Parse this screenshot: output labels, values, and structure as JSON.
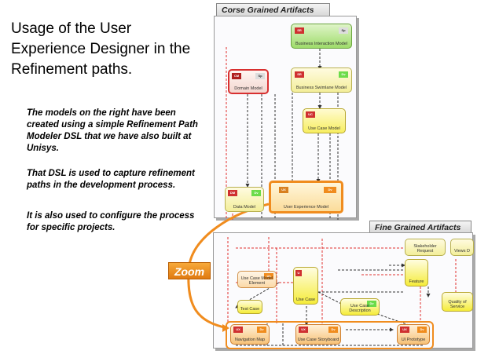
{
  "title": "Usage of the User Experience Designer in the Refinement paths.",
  "notes": {
    "paragraph1": "The models on the right have been created using a simple Refinement Path Modeler DSL that we have also built at Unisys.",
    "paragraph2": "That DSL is used to capture refinement paths in the development process.",
    "paragraph3": "It is also used to configure the process for specific projects."
  },
  "zoom_label": "Zoom",
  "coarse_panel": {
    "tab": "Corse Grained Artifacts",
    "nodes": {
      "business_interaction": "Business Interaction Model",
      "domain": "Domain Model",
      "business_swimlane": "Business Swimlane Model",
      "use_case": "Use Case Model",
      "data": "Data Model",
      "user_experience": "User Experience Model"
    }
  },
  "fine_panel": {
    "tab": "Fine Grained Artifacts",
    "nodes": {
      "stakeholder_request": "Stakeholder Request",
      "views": "Views D",
      "use_case_model_element": "Use Case Model Element",
      "use_case": "Use Case",
      "feature": "Feature",
      "test_case": "Test Case",
      "use_case_description": "Use Case Description",
      "quality_of_service": "Quality of Service",
      "navigation_map": "Navigation Map",
      "use_case_storyboard": "Use Case Storyboard",
      "ui_prototype": "UI Prototype"
    }
  },
  "colors": {
    "accent_orange": "#f08c1e",
    "node_yellow": "#fff36a",
    "node_green": "#6bdc4a",
    "node_red": "#d83030",
    "link_red": "#e03030"
  }
}
